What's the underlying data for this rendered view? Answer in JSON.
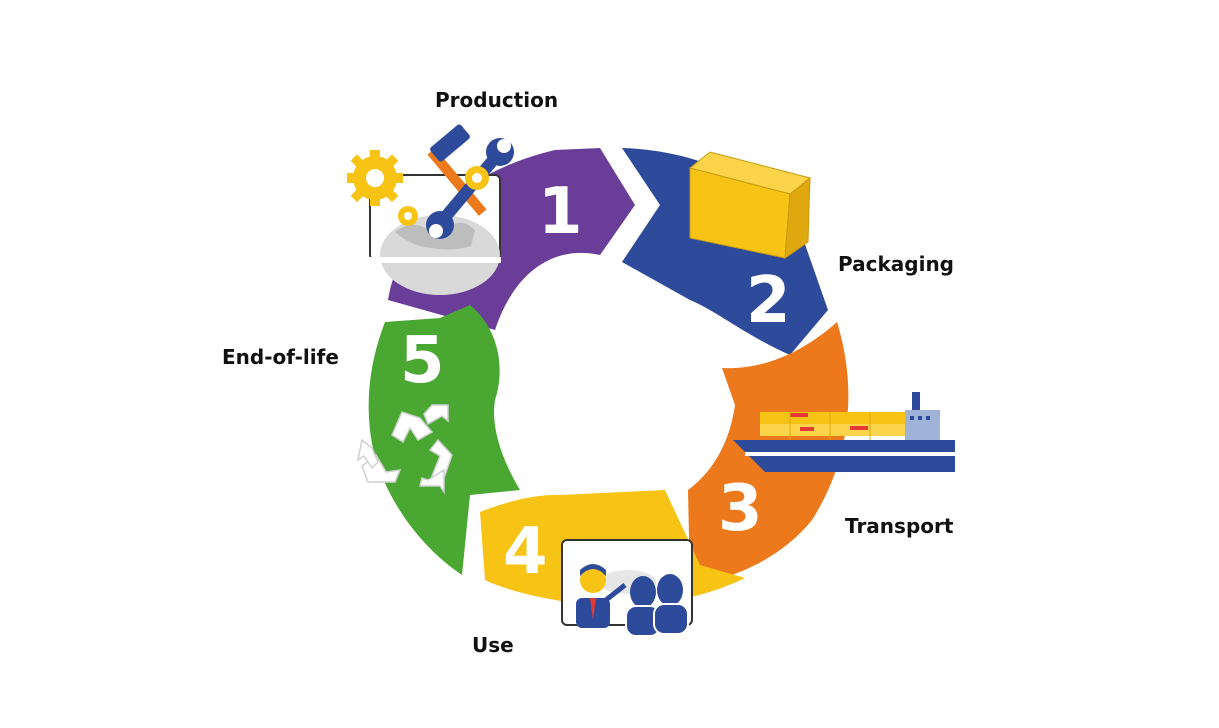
{
  "stages": [
    {
      "number": "1",
      "label": "Production",
      "color": "#6a3d98",
      "icon": "tools-gears-globe-icon"
    },
    {
      "number": "2",
      "label": "Packaging",
      "color": "#2e4a9b",
      "icon": "box-icon"
    },
    {
      "number": "3",
      "label": "Transport",
      "color": "#ec7a1c",
      "icon": "cargo-ship-icon"
    },
    {
      "number": "4",
      "label": "Use",
      "color": "#f7c315",
      "icon": "presentation-audience-icon"
    },
    {
      "number": "5",
      "label": "End-of-life",
      "color": "#4aa832",
      "icon": "recycle-icon"
    }
  ]
}
